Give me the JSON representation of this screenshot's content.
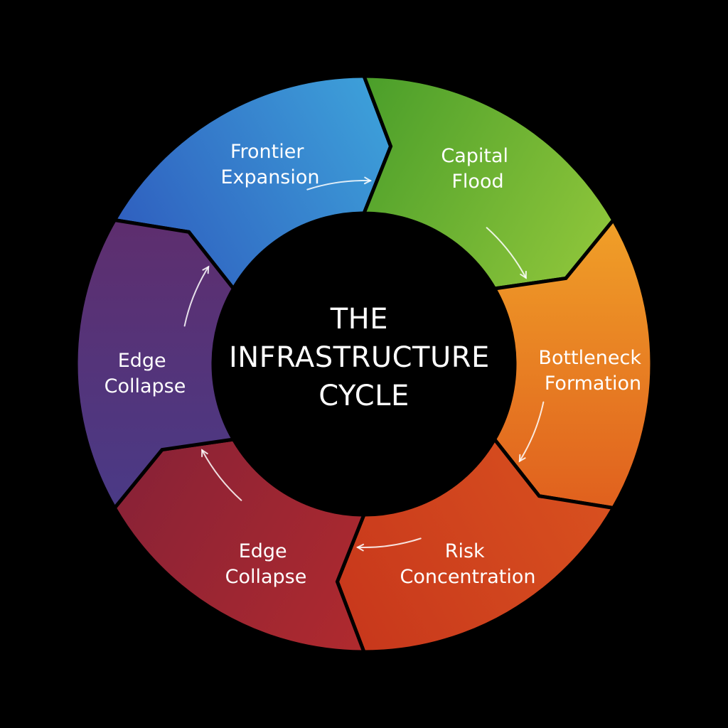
{
  "title": {
    "line1": "THE",
    "line2": "INFRASTRUCTURE",
    "line3": "CYCLE"
  },
  "segments": [
    {
      "id": "frontier-expansion",
      "line1": "Frontier",
      "line2": "Expansion",
      "color_start": "#2f5fbf",
      "color_end": "#3d9fd9"
    },
    {
      "id": "capital-flood",
      "line1": "Capital",
      "line2": "Flood",
      "color_start": "#4a9e2a",
      "color_end": "#8cc43a"
    },
    {
      "id": "bottleneck-formation",
      "line1": "Bottleneck",
      "line2": "Formation",
      "color_start": "#f0a028",
      "color_end": "#e0601e"
    },
    {
      "id": "risk-concentration",
      "line1": "Risk",
      "line2": "Concentration",
      "color_start": "#d8501f",
      "color_end": "#c8381c"
    },
    {
      "id": "edge-collapse-bottom",
      "line1": "Edge",
      "line2": "Collapse",
      "color_start": "#b02a2e",
      "color_end": "#8a2236"
    },
    {
      "id": "edge-collapse-left",
      "line1": "Edge",
      "line2": "Collapse",
      "color_start": "#4a3a86",
      "color_end": "#5e2e6e"
    }
  ],
  "colors": {
    "background": "#000000",
    "text": "#ffffff",
    "divider": "#000000"
  }
}
